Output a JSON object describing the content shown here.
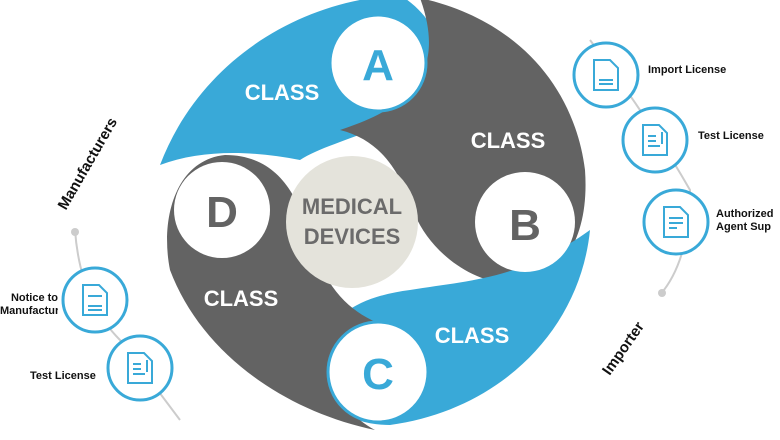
{
  "center": {
    "line1": "MEDICAL",
    "line2": "DEVICES"
  },
  "classes": [
    {
      "letter": "A",
      "label": "CLASS"
    },
    {
      "letter": "B",
      "label": "CLASS"
    },
    {
      "letter": "C",
      "label": "CLASS"
    },
    {
      "letter": "D",
      "label": "CLASS"
    }
  ],
  "roles": {
    "manufacturers": "Manufacturers",
    "importer": "Importer"
  },
  "importer_items": [
    {
      "label": "Import License",
      "icon": "ship-document-icon"
    },
    {
      "label": "Test License",
      "icon": "test-tube-document-icon"
    },
    {
      "label": "Authorized Agent Sup",
      "icon": "thumbs-up-document-icon"
    }
  ],
  "manufacturer_items": [
    {
      "label": "Notice to Manufacture",
      "icon": "machine-document-icon"
    },
    {
      "label": "Test License",
      "icon": "test-tube-document-icon"
    }
  ],
  "colors": {
    "blue": "#39a9d8",
    "gray": "#636363",
    "center": "#e4e3db",
    "text_gray": "#6b6b6b"
  }
}
